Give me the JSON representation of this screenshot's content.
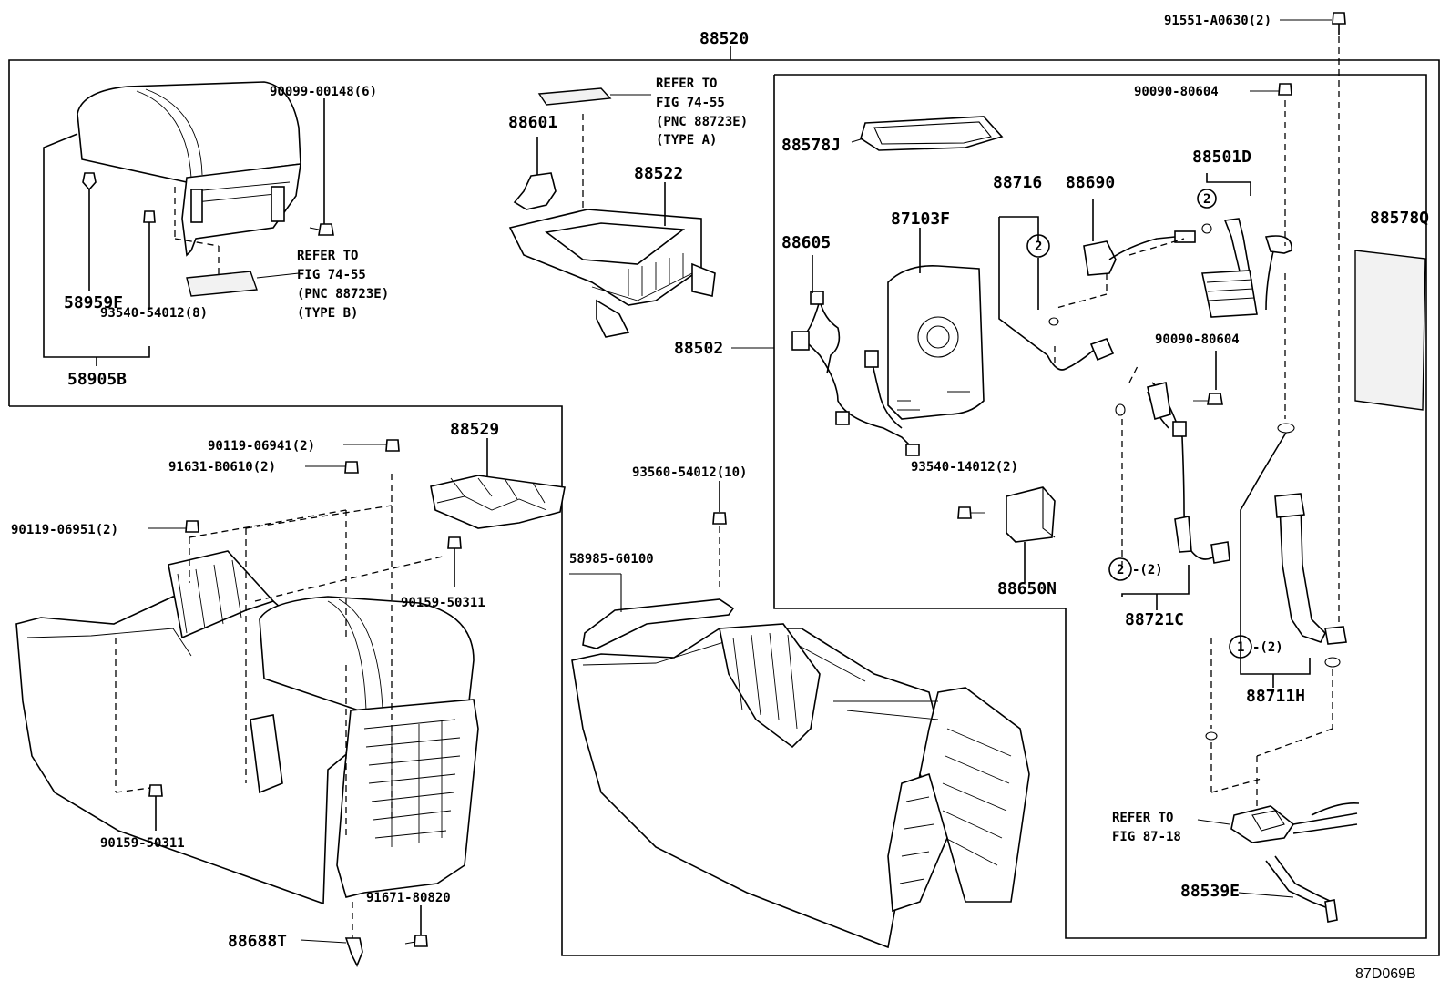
{
  "diagram_code": "87D069B",
  "top": {
    "assembly": "88520",
    "bolt": "91551-A0630(2)"
  },
  "upper_left": {
    "screw": "90099-00148(6)",
    "clip": "58959F",
    "screw2": "93540-54012(8)",
    "armrest": "58905B",
    "refer_b": [
      "REFER TO",
      "FIG 74-55",
      "(PNC 88723E)",
      "(TYPE B)"
    ]
  },
  "upper_middle": {
    "part1": "88601",
    "part2": "88522",
    "refer_a": [
      "REFER TO",
      "FIG 74-55",
      "(PNC 88723E)",
      "(TYPE A)"
    ]
  },
  "right_box": {
    "mat": "88578J",
    "wire_left": "88605",
    "module": "87103F",
    "box_label": "88502",
    "hose_a": "88716",
    "hose_b": "88690",
    "fitting": "88501D",
    "pad": "88578Q",
    "bolt_a": "90090-80604",
    "bolt_b": "90090-80604",
    "screw": "93540-14012(2)",
    "relay": "88650N",
    "hose_c": "88721C",
    "hose_d": "88711H",
    "circle_2": "2",
    "circle_1": "1",
    "qty_2": "-(2)",
    "refer": [
      "REFER TO",
      "FIG 87-18"
    ],
    "pipe": "88539E"
  },
  "lower_left": {
    "screw_a": "90119-06941(2)",
    "screw_b": "91631-B0610(2)",
    "screw_c": "90119-06951(2)",
    "tray": "88529",
    "clip_a": "90159-50311",
    "clip_b": "90159-50311",
    "screw_d": "91671-80820",
    "bracket": "88688T"
  },
  "lower_middle": {
    "screw": "93560-54012(10)",
    "handle": "58985-60100"
  }
}
